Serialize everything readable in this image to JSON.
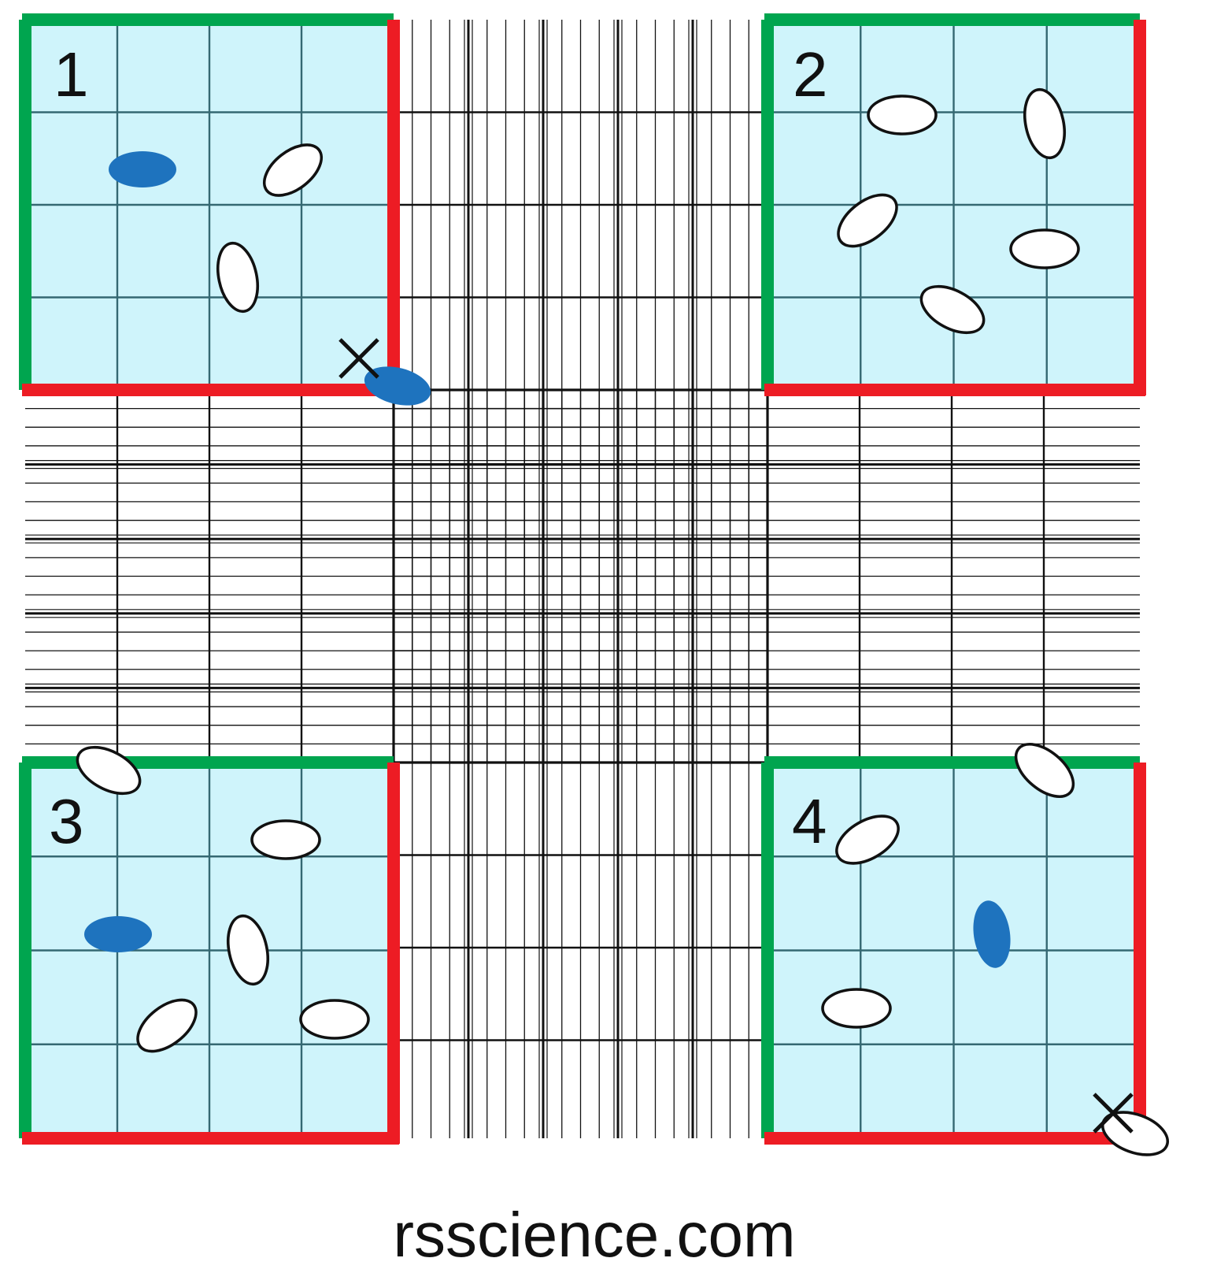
{
  "colors": {
    "background": "#ffffff",
    "square_fill": "#cff4fb",
    "square_grid": "#356872",
    "counted_edge": "#00a54f",
    "excluded_edge": "#ed1c24",
    "dead_cell": "#1e73be",
    "live_cell_fill": "#ffffff",
    "ink": "#111111"
  },
  "legend_note": {
    "counted_edges": "top-left",
    "excluded_edges": "bottom-right"
  },
  "squares": [
    {
      "label": "1",
      "live_cells": 2,
      "dead_cells": 1,
      "boundary_crossed_out": 1
    },
    {
      "label": "2",
      "live_cells": 5,
      "dead_cells": 0,
      "boundary_crossed_out": 0
    },
    {
      "label": "3",
      "live_cells": 5,
      "dead_cells": 1,
      "boundary_crossed_out": 0
    },
    {
      "label": "4",
      "live_cells": 3,
      "dead_cells": 1,
      "boundary_crossed_out": 1
    }
  ],
  "caption": "rsscience.com"
}
